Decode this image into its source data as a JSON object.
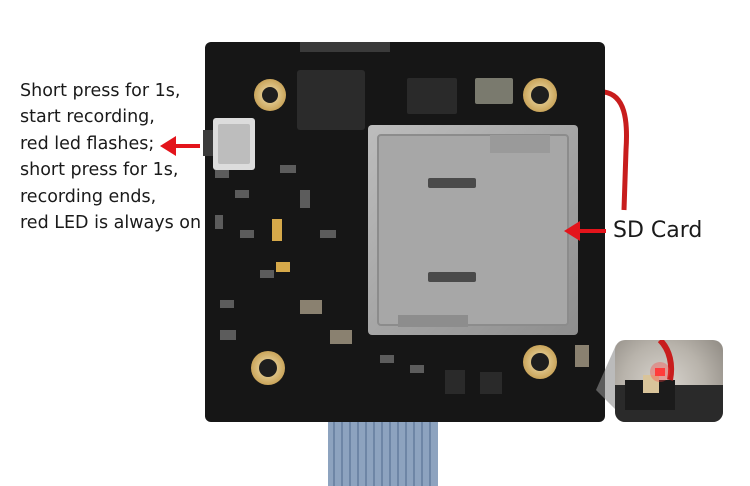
{
  "caption": {
    "lines": [
      "Short press for 1s,",
      "start recording,",
      "red led flashes;",
      "short press for 1s,",
      "recording ends,",
      "red LED is always on"
    ]
  },
  "sd_card_label": "SD Card",
  "colors": {
    "arrow": "#e3141b",
    "pcb": "#161616",
    "sd_slot": "#a9a9a9",
    "led": "#ff3b3b"
  }
}
